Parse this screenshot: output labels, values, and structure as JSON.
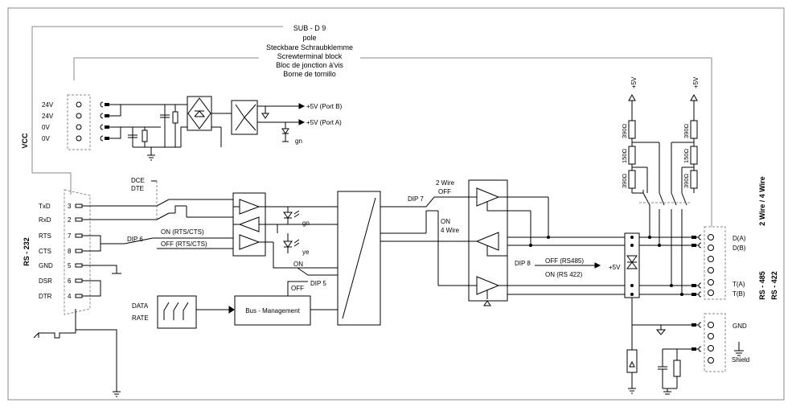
{
  "sub_d_label": "SUB - D  9",
  "pole_label": "pole",
  "terminal_labels": [
    "Steckbare Schraubklemme",
    "Screwterminal block",
    "Bloc de jonction à'vis",
    "Borne de tornillo"
  ],
  "vcc": {
    "title": "VCC",
    "pins": [
      "24V",
      "24V",
      "0V",
      "0V"
    ],
    "port_b": "+5V  (Port B)",
    "port_a": "+5V  (Port A)",
    "led_gn": "gn"
  },
  "rs232": {
    "title": "RS - 232",
    "pins": [
      {
        "name": "TxD",
        "num": "3"
      },
      {
        "name": "RxD",
        "num": "2"
      },
      {
        "name": "RTS",
        "num": "7"
      },
      {
        "name": "CTS",
        "num": "8"
      },
      {
        "name": "GND",
        "num": "5"
      },
      {
        "name": "DSR",
        "num": "6"
      },
      {
        "name": "DTR",
        "num": "4"
      }
    ]
  },
  "dce_label": "DCE",
  "dte_label": "DTE",
  "dip6": {
    "label": "DIP 6",
    "on": "ON  (RTS/CTS)",
    "off": "OFF  (RTS/CTS)"
  },
  "led_gn": "gn",
  "led_ye": "ye",
  "dip5": {
    "label": "DIP 5",
    "on": "ON",
    "off": "OFF"
  },
  "data_rate": {
    "line1": "DATA",
    "line2": "RATE"
  },
  "bus_management": "Bus - Management",
  "dip7": {
    "label": "DIP 7",
    "top": "2 Wire",
    "off": "OFF",
    "on": "ON",
    "bottom": "4 Wire"
  },
  "dip8": {
    "label": "DIP 8",
    "off": "OFF  (RS485)",
    "on": "ON  (RS 422)",
    "vcc": "+5V"
  },
  "plus5v_top": "+5V",
  "resistors": [
    "390Ω",
    "150Ω",
    "390Ω"
  ],
  "bus_pins": [
    "D(A)",
    "D(B)",
    "T(A)",
    "T(B)"
  ],
  "gnd_label": "GND",
  "shield_label": "Shield",
  "wire_title": "2 Wire / 4 Wire",
  "rs485_title": "RS  -  485",
  "rs422_title": "RS  -  422"
}
